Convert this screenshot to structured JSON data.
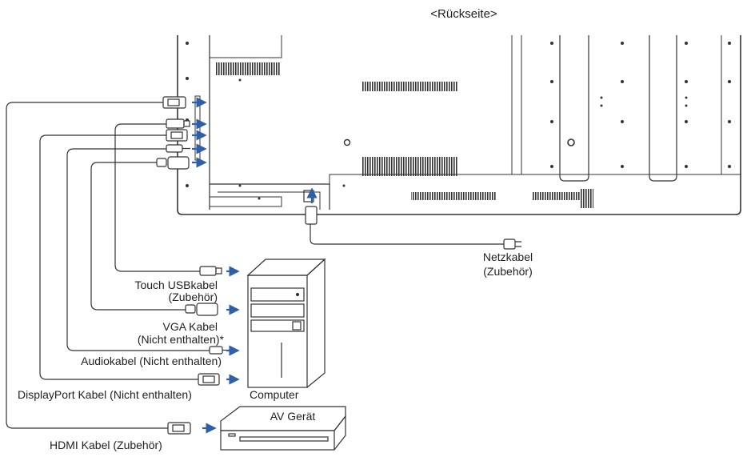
{
  "header": {
    "title": "<Rückseite>"
  },
  "labels": {
    "power_cable": "Netzkabel",
    "power_cable_note": "(Zubehör)",
    "touch_usb": "Touch USBkabel",
    "touch_usb_note": "(Zubehör)",
    "vga": "VGA Kabel",
    "vga_note": "(Nicht enthalten)*",
    "audio": "Audiokabel (Nicht enthalten)",
    "displayport": "DisplayPort Kabel (Nicht enthalten)",
    "computer": "Computer",
    "av_device": "AV Gerät",
    "hdmi": "HDMI Kabel (Zubehör)"
  },
  "colors": {
    "arrow": "#2e5fa8",
    "line": "#333333",
    "panel_fill": "#ffffff"
  }
}
